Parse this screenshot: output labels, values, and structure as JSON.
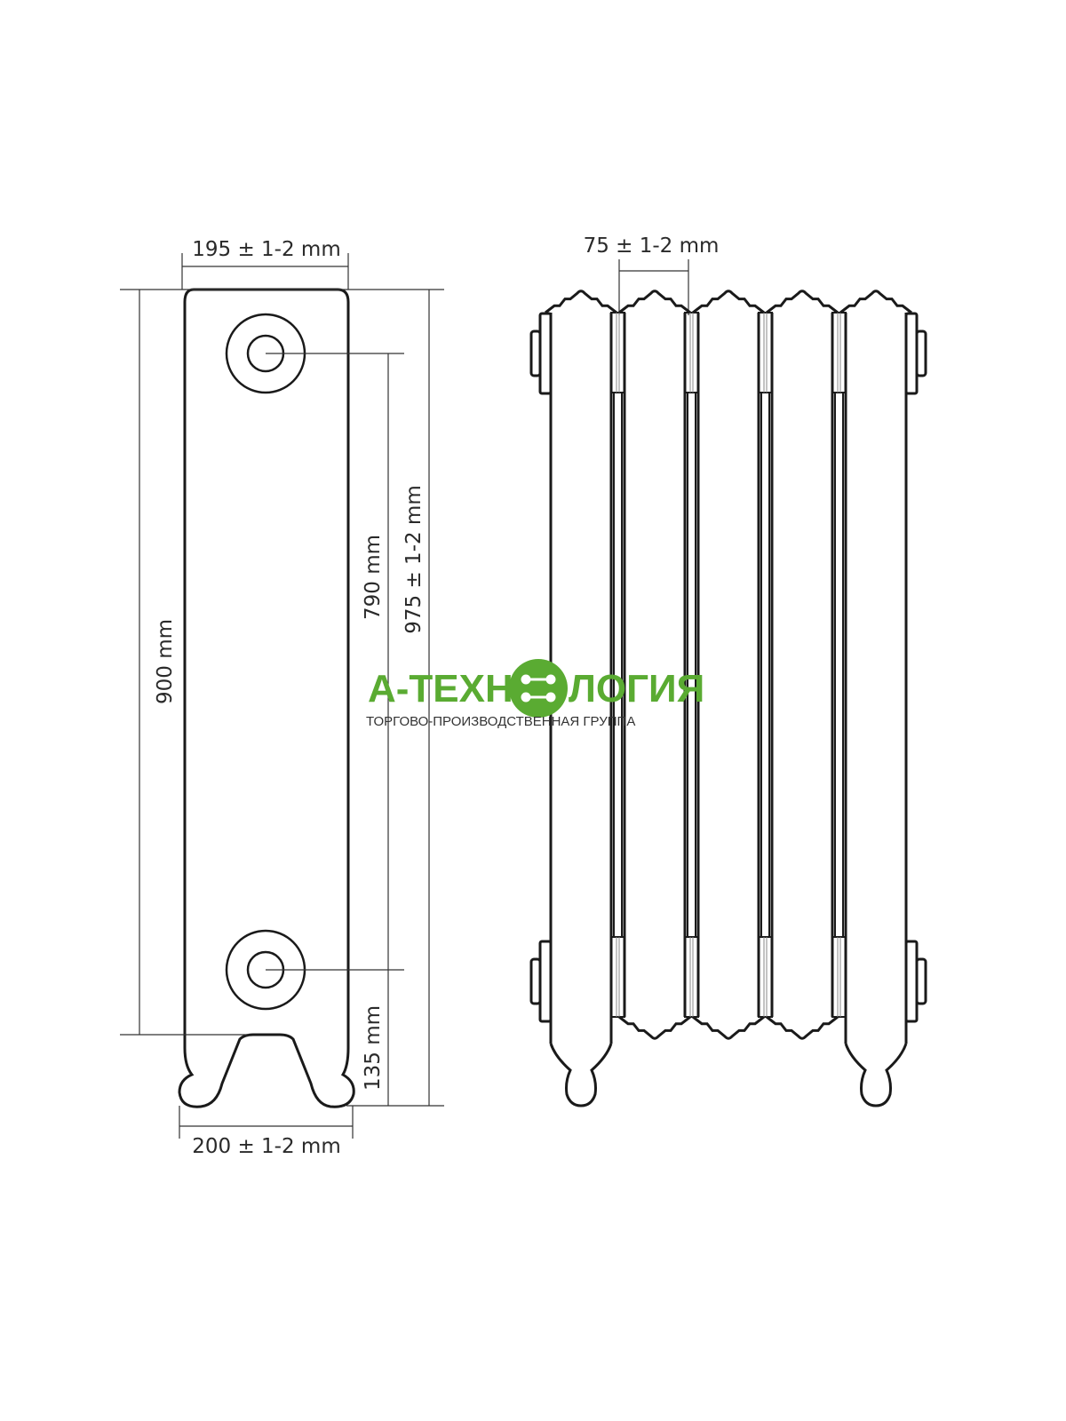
{
  "dimensions": {
    "top_width": "195 ± 1-2 mm",
    "section_pitch": "75 ± 1-2 mm",
    "body_height": "900 mm",
    "axis_distance": "790 mm",
    "total_height": "975 ± 1-2 mm",
    "foot_height": "135 mm",
    "bottom_width": "200 ± 1-2 mm"
  },
  "logo": {
    "name_left": "А-ТЕХН",
    "name_right": "ЛОГИЯ",
    "subtitle": "ТОРГОВО-ПРОИЗВОДСТВЕННАЯ ГРУППА",
    "color": "#5aab32"
  },
  "sections_count": 5
}
